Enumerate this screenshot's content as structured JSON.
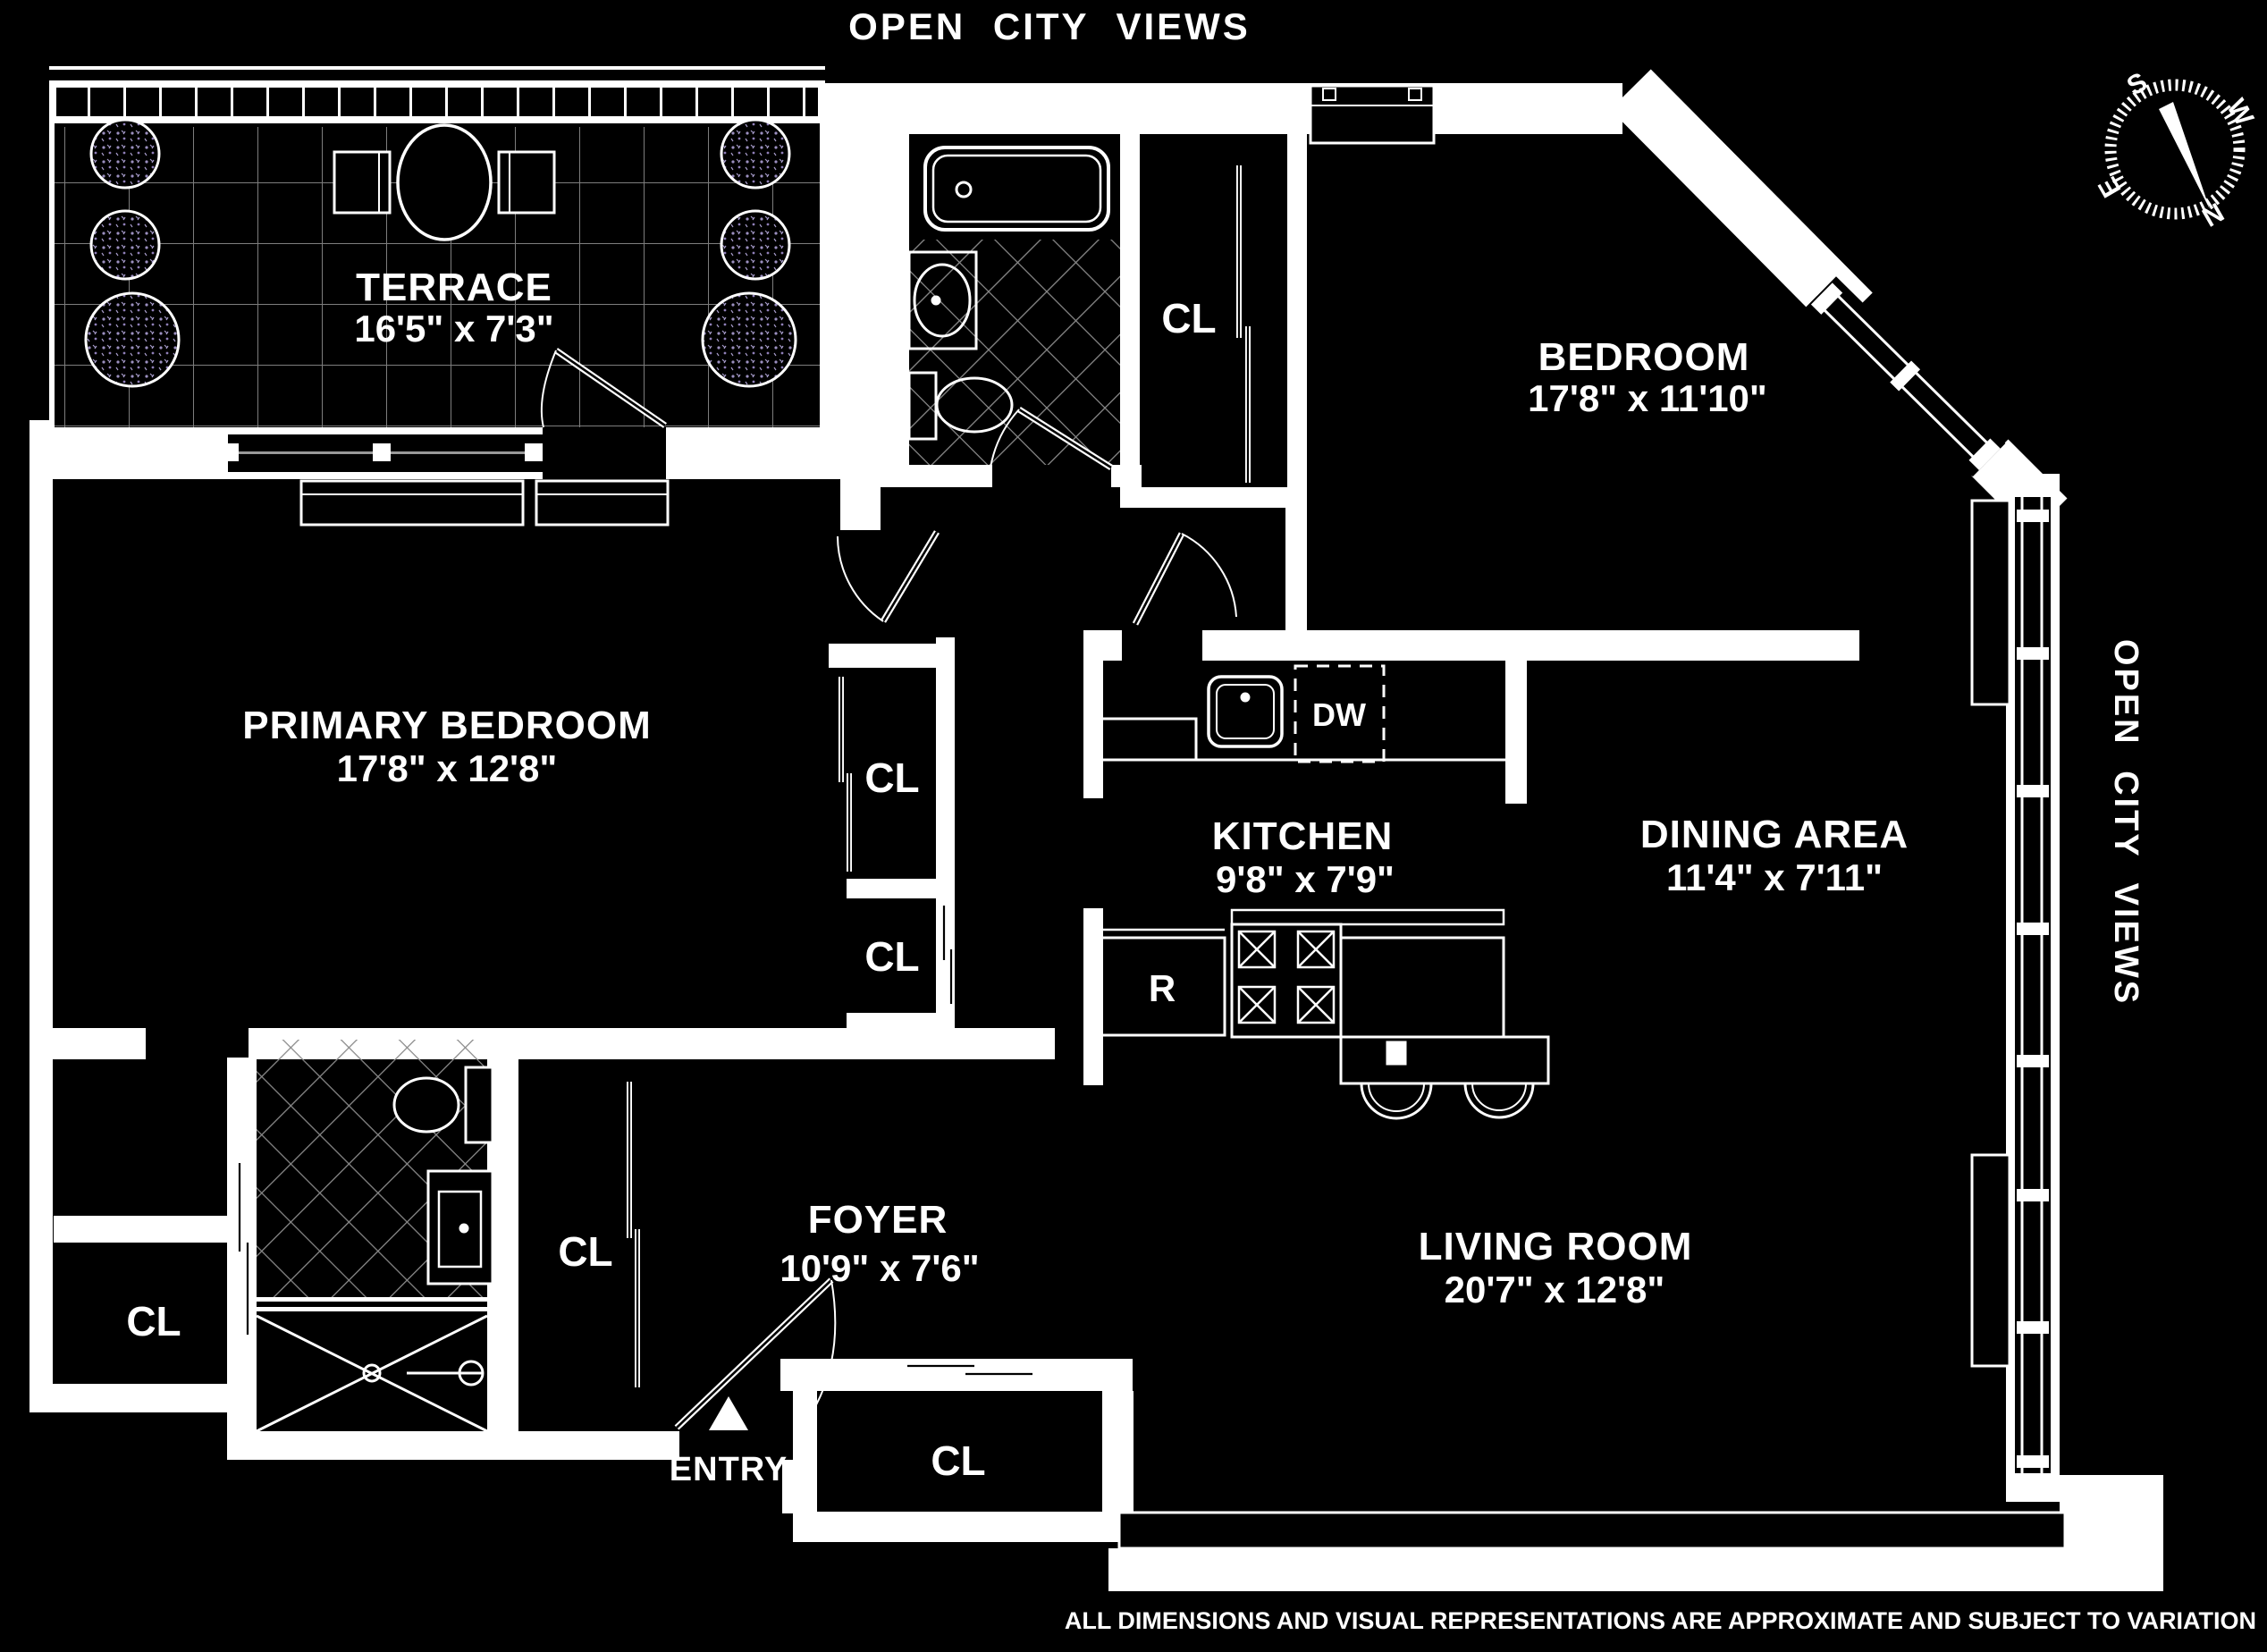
{
  "titles": {
    "top": "OPEN CITY VIEWS",
    "right": "OPEN CITY VIEWS"
  },
  "rooms": {
    "terrace": {
      "name": "TERRACE",
      "dims": "16'5\" x 7'3\""
    },
    "bedroom": {
      "name": "BEDROOM",
      "dims": "17'8\" x 11'10\""
    },
    "primary_bedroom": {
      "name": "PRIMARY BEDROOM",
      "dims": "17'8\" x 12'8\""
    },
    "kitchen": {
      "name": "KITCHEN",
      "dims": "9'8\" x 7'9\""
    },
    "dining": {
      "name": "DINING AREA",
      "dims": "11'4\" x 7'11\""
    },
    "foyer": {
      "name": "FOYER",
      "dims": "10'9\" x 7'6\""
    },
    "living": {
      "name": "LIVING ROOM",
      "dims": "20'7\" x 12'8\""
    }
  },
  "labels": {
    "closet": "CL",
    "dishwasher": "DW",
    "range": "R",
    "entry": "ENTRY"
  },
  "compass": {
    "n": "N",
    "s": "S",
    "e": "E",
    "w": "W"
  },
  "disclaimer": "ALL DIMENSIONS AND VISUAL REPRESENTATIONS ARE APPROXIMATE AND SUBJECT TO VARIATION",
  "colors": {
    "background": "#000000",
    "wall": "#ffffff",
    "tile_line": "#7d7d7d",
    "hatch_line": "#8a8a8a",
    "planter_foliage": "#9b8fc0"
  }
}
